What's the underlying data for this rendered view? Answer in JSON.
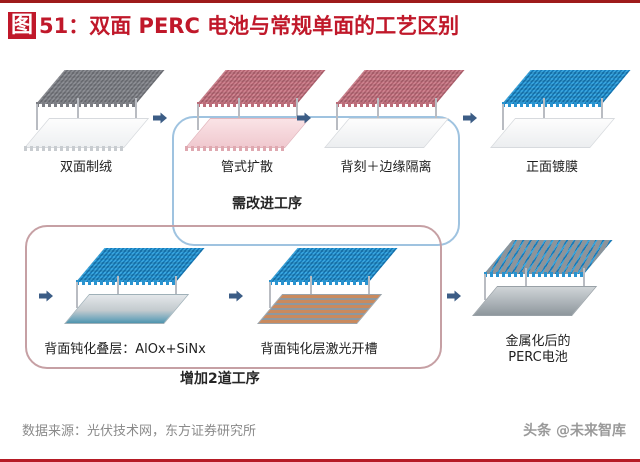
{
  "header": {
    "figure_badge": "图",
    "title": "51：双面 PERC 电池与常规单面的工艺区别",
    "accent_color": "#c0182a",
    "rule_color": "#9e1b1b"
  },
  "diagram": {
    "groups": [
      {
        "id": "group-improve",
        "caption": "需改进工序",
        "border_color": "#9fc3e0"
      },
      {
        "id": "group-add",
        "caption": "增加2道工序",
        "border_color": "#c6a0a4"
      }
    ],
    "steps": [
      {
        "id": "step-texturing",
        "label": "双面制绒",
        "top_color": "#8e9096",
        "top_texture": "gray-textured",
        "bottom_color": "#f2f3f5",
        "bottom_texture": "plain-light"
      },
      {
        "id": "step-tube-diffusion",
        "label": "管式扩散",
        "top_color": "#c4707e",
        "top_texture": "red-textured",
        "bottom_color": "#f3d2d6",
        "bottom_texture": "pink-plain"
      },
      {
        "id": "step-back-etch-edge-isolation",
        "label": "背刻＋边缘隔离",
        "top_color": "#c4707e",
        "top_texture": "red-textured",
        "bottom_color": "#f2f3f5",
        "bottom_texture": "plain-light"
      },
      {
        "id": "step-front-coating",
        "label": "正面镀膜",
        "top_color": "#1f96d4",
        "top_texture": "blue-textured",
        "bottom_color": "#f2f3f5",
        "bottom_texture": "plain-light"
      },
      {
        "id": "step-rear-passivation-stack",
        "label": "背面钝化叠层：AlOx+SiNx",
        "top_color": "#1f96d4",
        "top_texture": "blue-textured",
        "bottom_color": "#b9c0c4",
        "bottom_texture": "gray-slab-teal-edge"
      },
      {
        "id": "step-rear-laser-grooving",
        "label": "背面钝化层激光开槽",
        "top_color": "#1f96d4",
        "top_texture": "blue-textured",
        "bottom_color": "#c98a5e",
        "bottom_texture": "orange-striped-slab"
      },
      {
        "id": "step-metallized-perc-cell",
        "label": "金属化后的\nPERC电池",
        "label_line_1": "金属化后的",
        "label_line_2": "PERC电池",
        "top_color": "#1f96d4",
        "top_texture": "blue-with-gray-metal-fingers",
        "bottom_color": "#a8aeb2",
        "bottom_texture": "gray-slab"
      }
    ],
    "arrow_color": "#3c5d86",
    "arrow_count": 6
  },
  "footer": {
    "source": "数据来源：光伏技术网，东方证券研究所",
    "watermark": "头条 @未来智库",
    "rule_color": "#b51b25"
  }
}
